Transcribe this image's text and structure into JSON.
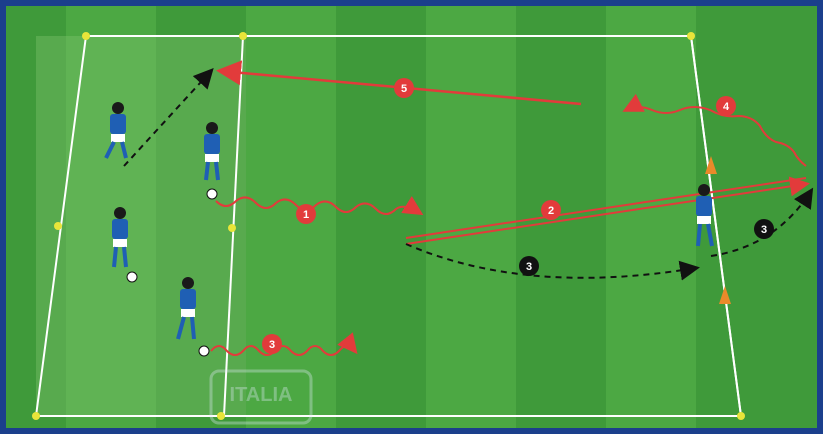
{
  "colors": {
    "grass_dark": "#3f9a3a",
    "grass_light": "#55b24a",
    "line": "#ffffff",
    "cone_yellow": "#e8e53a",
    "cone_orange": "#e98a2a",
    "run_red": "#e23b3b",
    "pass_dark": "#1a1a1a",
    "shirt": "#1f5fb4",
    "shorts": "#ffffff"
  },
  "watermark": {
    "text": "ITALIA"
  },
  "steps": [
    {
      "label": "1",
      "style": "red"
    },
    {
      "label": "2",
      "style": "red"
    },
    {
      "label": "3",
      "style": "dark"
    },
    {
      "label": "3",
      "style": "dark"
    },
    {
      "label": "3",
      "style": "red"
    },
    {
      "label": "4",
      "style": "red"
    },
    {
      "label": "5",
      "style": "red"
    }
  ]
}
